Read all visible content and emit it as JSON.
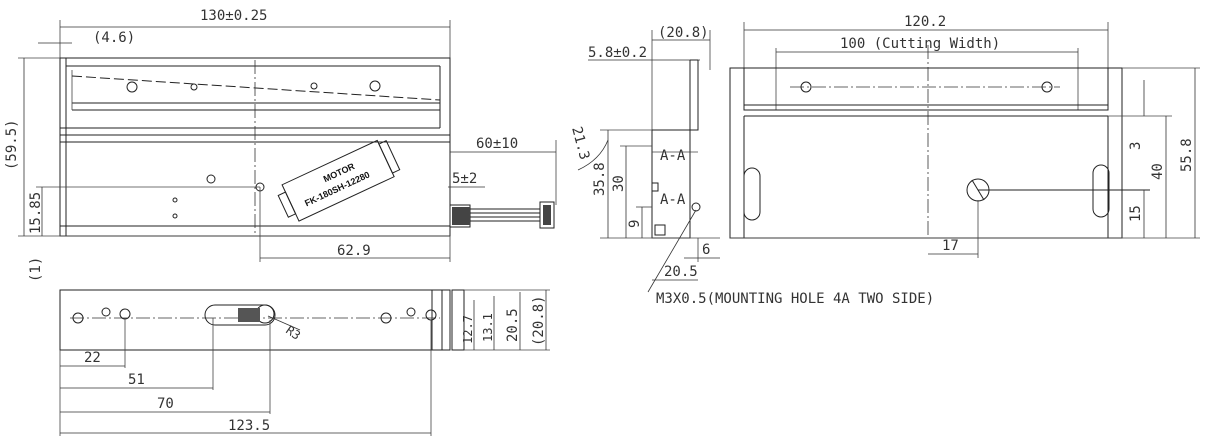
{
  "dims": {
    "overall_width": "130±0.25",
    "offset_4_6": "(4.6)",
    "height_59_5": "(59.5)",
    "height_15_85": "15.85",
    "gap_1": "(1)",
    "cable_60": "60±10",
    "cable_5": "5±2",
    "hole_62_9": "62.9",
    "side_20_8": "(20.8)",
    "side_5_8": "5.8±0.2",
    "side_21_3": "21.3",
    "side_35_8": "35.8",
    "side_30": "30",
    "side_9": "9",
    "side_6": "6",
    "side_20_5": "20.5",
    "section_a1": "A-A",
    "section_a2": "A-A",
    "mount_note": "M3X0.5(MOUNTING HOLE 4A TWO SIDE)",
    "right_120_2": "120.2",
    "right_100": "100 (Cutting Width)",
    "right_55_8": "55.8",
    "right_40": "40",
    "right_15": "15",
    "right_3": "3",
    "right_17": "17",
    "bot_22": "22",
    "bot_51": "51",
    "bot_70": "70",
    "bot_123_5": "123.5",
    "bot_r3": "R3",
    "bot_12_7": "12.7",
    "bot_13_1": "13.1",
    "bot_20_5": "20.5",
    "bot_20_8": "(20.8)"
  },
  "motor": {
    "label_line1": "MOTOR",
    "label_line2": "FK-180SH-12280"
  }
}
